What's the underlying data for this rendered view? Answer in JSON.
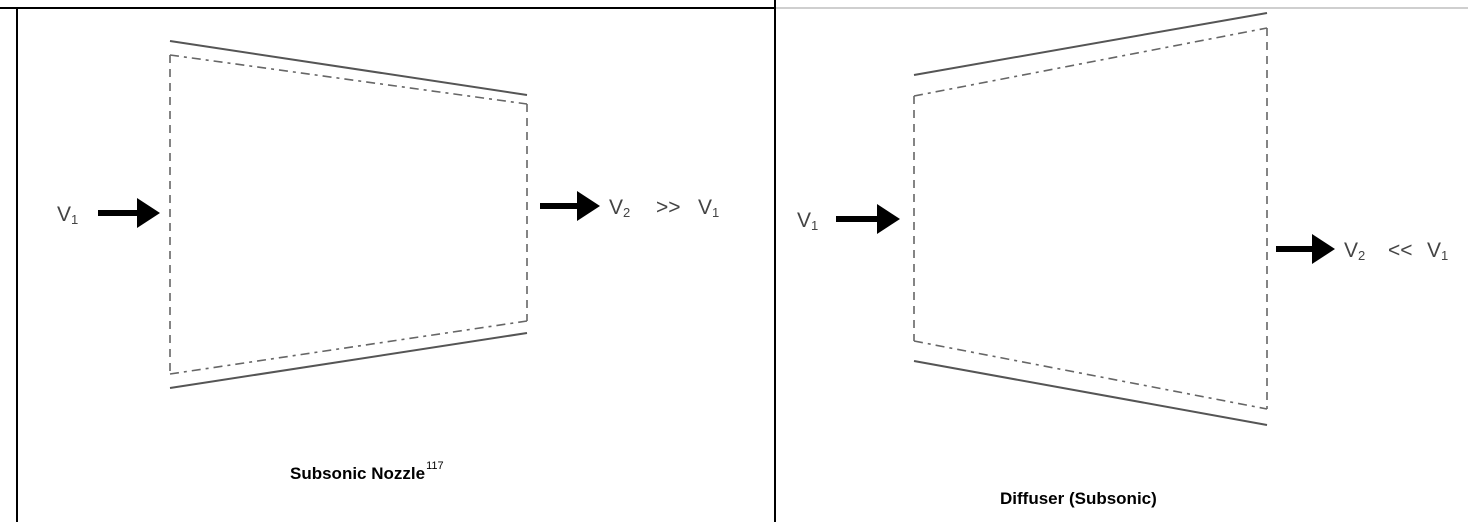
{
  "left_panel": {
    "caption": "Subsonic Nozzle",
    "footnote": "117",
    "inlet_label": "V",
    "inlet_sub": "1",
    "outlet_label": "V",
    "outlet_sub": "2",
    "relation": ">>",
    "compare_label": "V",
    "compare_sub": "1"
  },
  "right_panel": {
    "caption": "Diffuser (Subsonic)",
    "inlet_label": "V",
    "inlet_sub": "1",
    "outlet_label": "V",
    "outlet_sub": "2",
    "relation": "<<",
    "compare_label": "V",
    "compare_sub": "1"
  }
}
